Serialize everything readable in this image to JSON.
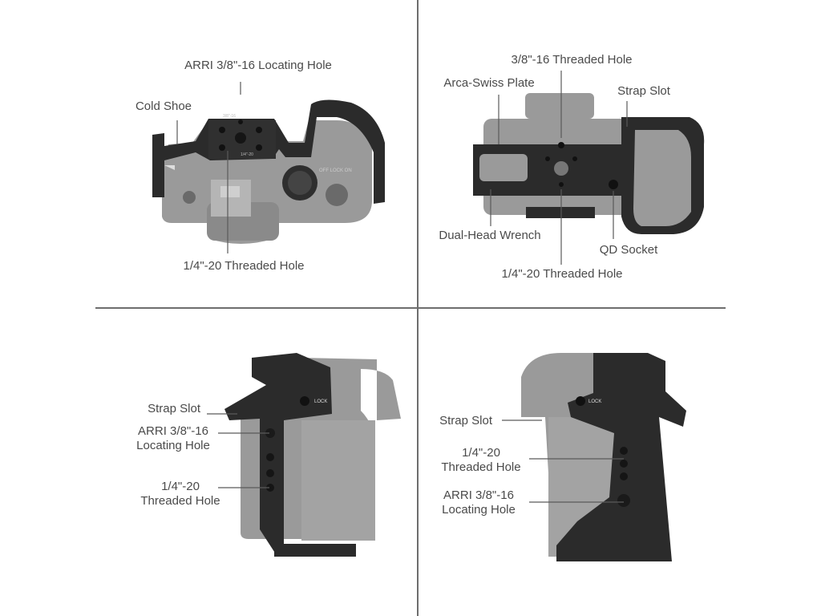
{
  "panels": {
    "top_left": {
      "arri_locating_hole": "ARRI 3/8\"-16 Locating Hole",
      "cold_shoe": "Cold Shoe",
      "threaded_hole": "1/4\"-20 Threaded Hole",
      "engraving_1": "3/8\"-16",
      "engraving_2": "1/4\"-20",
      "engraving_3": "OFF LOCK ON"
    },
    "top_right": {
      "threaded_hole_38": "3/8\"-16 Threaded Hole",
      "arca_swiss_plate": "Arca-Swiss Plate",
      "strap_slot": "Strap Slot",
      "dual_head_wrench": "Dual-Head Wrench",
      "qd_socket": "QD Socket",
      "threaded_hole_14": "1/4\"-20 Threaded Hole"
    },
    "bottom_left": {
      "strap_slot": "Strap Slot",
      "arri_locating_hole": "ARRI 3/8\"-16\nLocating Hole",
      "threaded_hole": "1/4\"-20\nThreaded Hole",
      "lock_text": "LOCK"
    },
    "bottom_right": {
      "strap_slot": "Strap Slot",
      "threaded_hole": "1/4\"-20\nThreaded Hole",
      "arri_locating_hole": "ARRI 3/8\"-16\nLocating Hole",
      "lock_text": "LOCK"
    }
  },
  "colors": {
    "camera_body": "#9a9a9a",
    "camera_dark": "#7d7d7d",
    "cage": "#2b2b2b",
    "cage_edge": "#3c3c3c",
    "leader_line": "#5a5a5a",
    "label_text": "#4a4a4a",
    "divider": "#6e6e6e"
  }
}
